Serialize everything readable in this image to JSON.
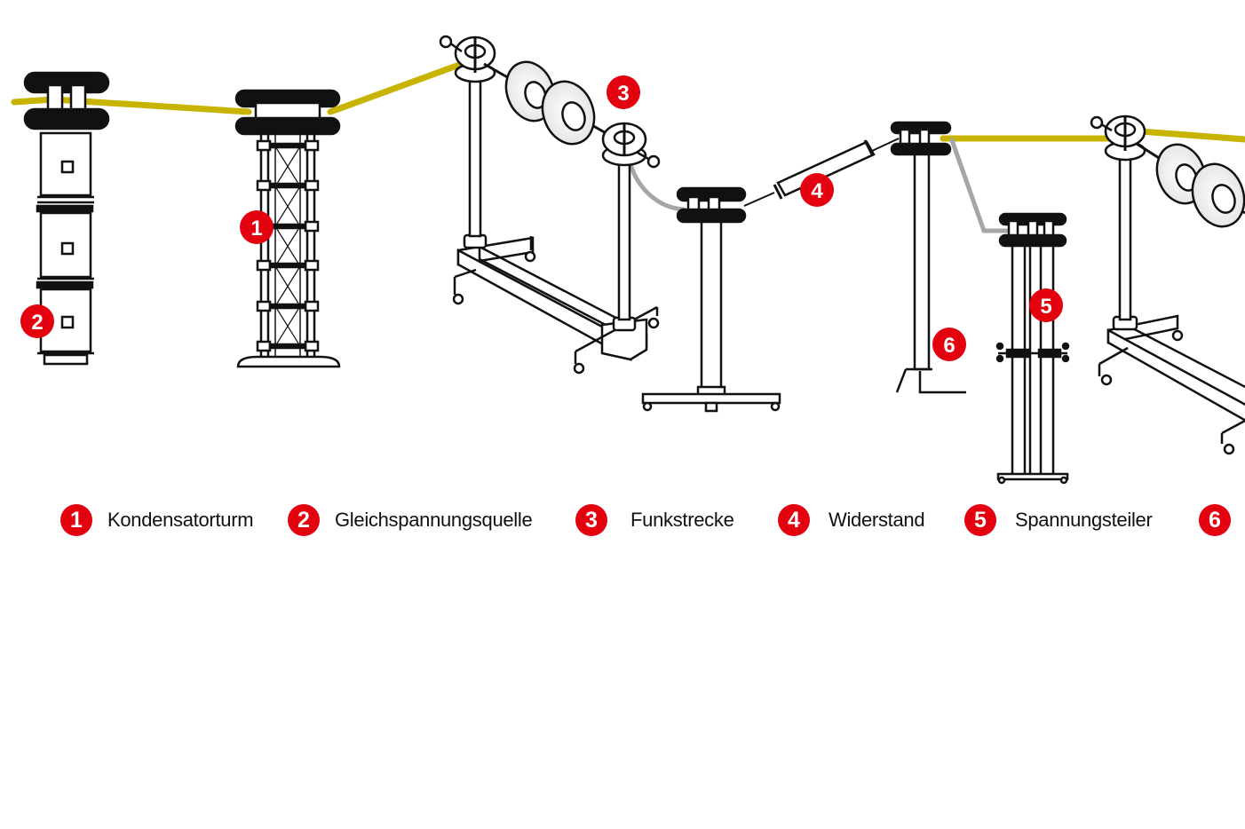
{
  "colors": {
    "cable": "#c8b400",
    "ground_lead": "#a6a6a6",
    "badge": "#e3000f",
    "line": "#111111"
  },
  "markers": {
    "m1": "1",
    "m2": "2",
    "m3": "3",
    "m4": "4",
    "m5": "5",
    "m6": "6"
  },
  "legend": [
    {
      "number": "1",
      "label": "Kondensatorturm"
    },
    {
      "number": "2",
      "label": "Gleichspannungsquelle"
    },
    {
      "number": "3",
      "label": "Funkstrecke"
    },
    {
      "number": "4",
      "label": "Widerstand"
    },
    {
      "number": "5",
      "label": "Spannungsteiler"
    },
    {
      "number": "6",
      "label": ""
    }
  ]
}
